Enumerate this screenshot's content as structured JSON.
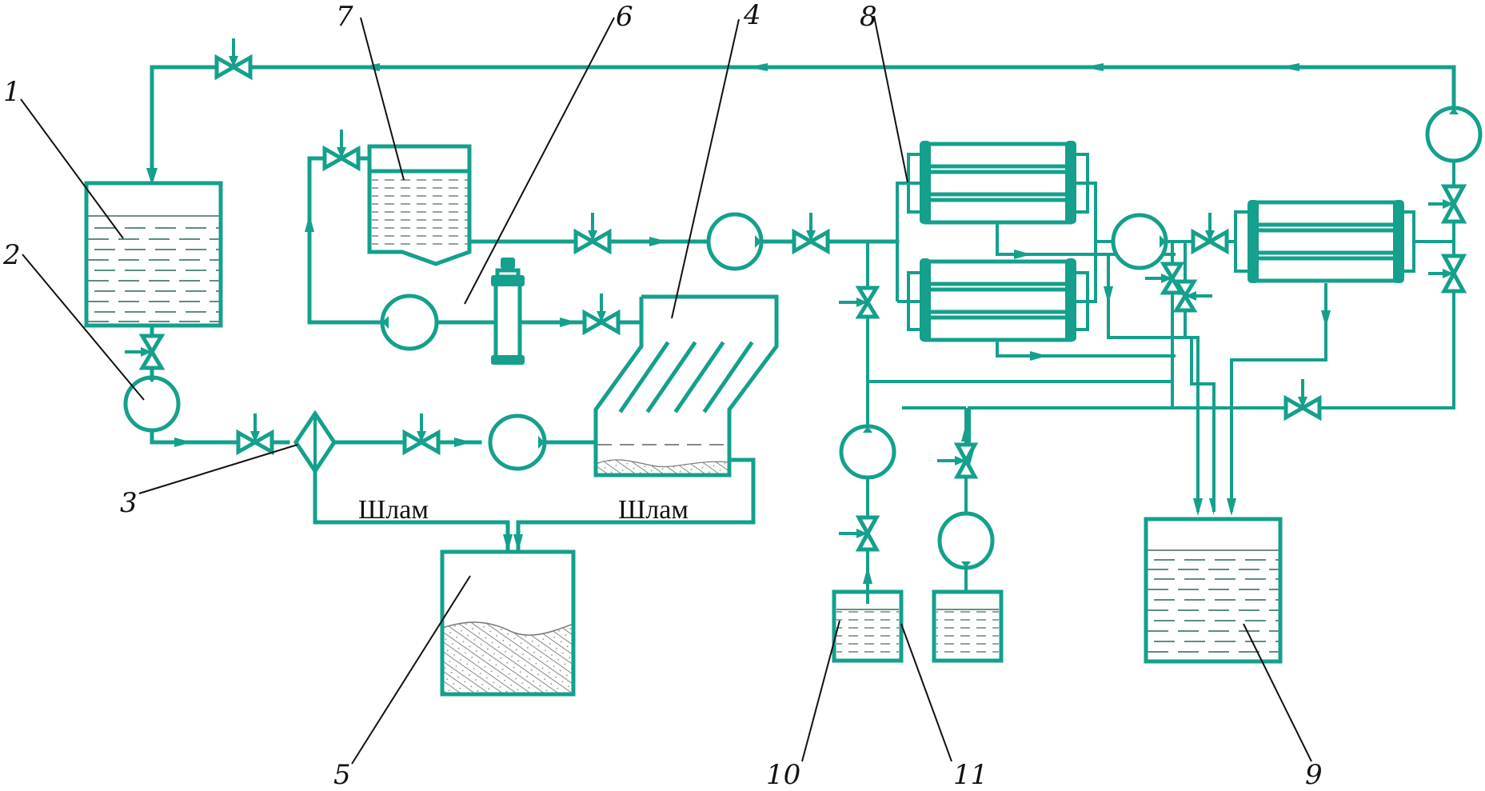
{
  "diagram": {
    "type": "process-flow-scheme",
    "labels": {
      "l1": "1",
      "l2": "2",
      "l3": "3",
      "l4": "4",
      "l5": "5",
      "l6": "6",
      "l7": "7",
      "l8": "8",
      "l9": "9",
      "l10": "10",
      "l11": "11"
    },
    "text": {
      "sludge_left": "Шлам",
      "sludge_right": "Шлам"
    },
    "components": [
      {
        "id": "1",
        "kind": "feed-tank"
      },
      {
        "id": "2",
        "kind": "pump"
      },
      {
        "id": "3",
        "kind": "filter"
      },
      {
        "id": "4",
        "kind": "lamella-settler"
      },
      {
        "id": "5",
        "kind": "sludge-tank"
      },
      {
        "id": "6",
        "kind": "cartridge-filter"
      },
      {
        "id": "7",
        "kind": "reagent-tank"
      },
      {
        "id": "8",
        "kind": "membrane-modules"
      },
      {
        "id": "9",
        "kind": "product-tank"
      },
      {
        "id": "10",
        "kind": "chemical-tank"
      },
      {
        "id": "11",
        "kind": "chemical-tank"
      }
    ],
    "colors": {
      "pipe": "#14A08C",
      "leader": "#111111",
      "liquid": "#5d8c88"
    }
  }
}
